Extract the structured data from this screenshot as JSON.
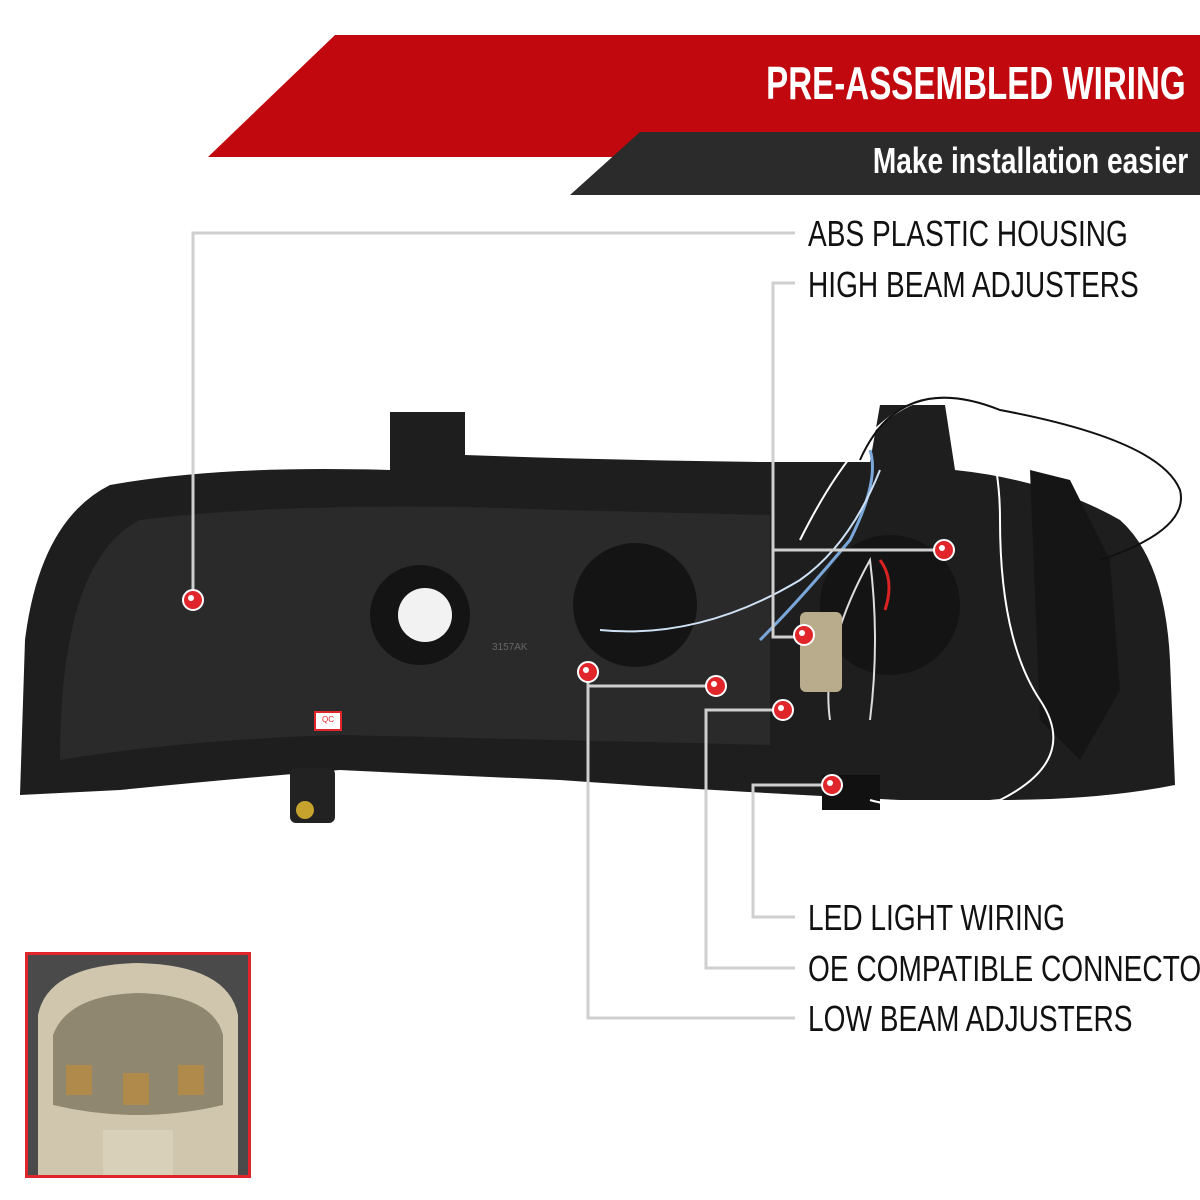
{
  "banner": {
    "title": "PRE-ASSEMBLED WIRING",
    "subtitle": "Make installation easier",
    "title_color": "#c0080e",
    "subtitle_color": "#2b2b2b"
  },
  "callouts": [
    {
      "label": "ABS PLASTIC HOUSING"
    },
    {
      "label": "HIGH BEAM ADJUSTERS"
    },
    {
      "label": "LED LIGHT WIRING"
    },
    {
      "label": "OE COMPATIBLE CONNECTOR"
    },
    {
      "label": "LOW BEAM ADJUSTERS"
    }
  ],
  "product": {
    "qc_sticker": "QC",
    "markings": [
      "3157AK"
    ]
  },
  "colors": {
    "marker": "#e0262b",
    "line": "#cfcfcf",
    "housing": "#1c1c1c"
  }
}
